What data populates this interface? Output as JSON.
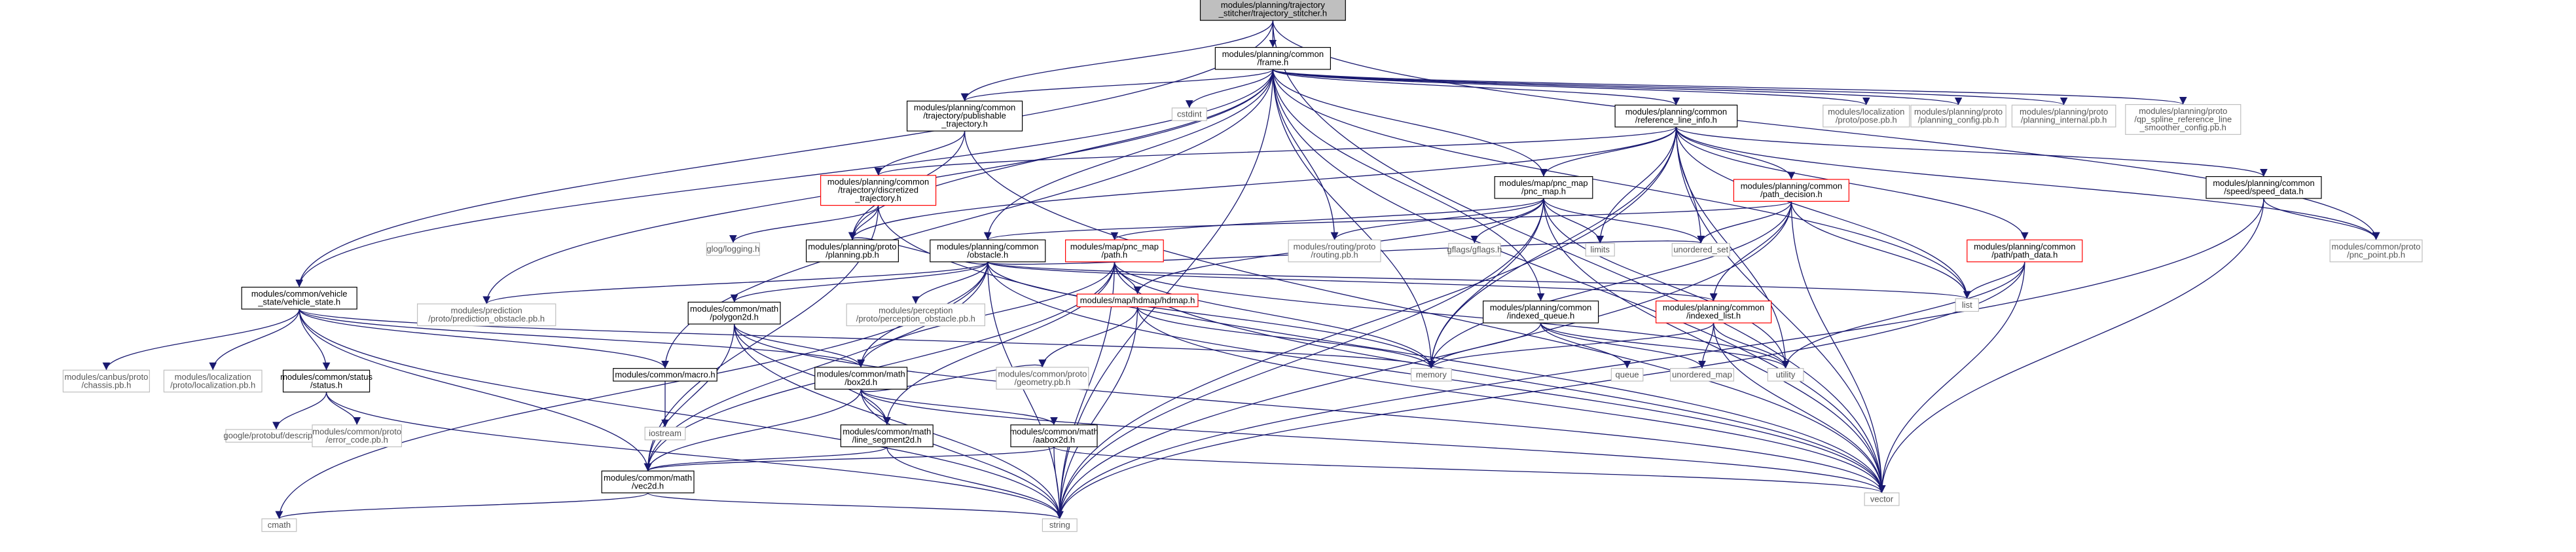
{
  "colors": {
    "edge": "#191970",
    "root_fill": "#bfbfbf",
    "red_border": "#ff0000",
    "gray_border": "#bfbfbf"
  },
  "nodes": {
    "root": {
      "lines": [
        "modules/planning/trajectory",
        "_stitcher/trajectory_stitcher.h"
      ]
    },
    "frame": {
      "lines": [
        "modules/planning/common",
        "/frame.h"
      ]
    },
    "publishable": {
      "lines": [
        "modules/planning/common",
        "/trajectory/publishable",
        "_trajectory.h"
      ]
    },
    "cstdint": {
      "lines": [
        "cstdint"
      ]
    },
    "ref_line_info": {
      "lines": [
        "modules/planning/common",
        "/reference_line_info.h"
      ]
    },
    "loc_pose": {
      "lines": [
        "modules/localization",
        "/proto/pose.pb.h"
      ]
    },
    "planning_config": {
      "lines": [
        "modules/planning/proto",
        "/planning_config.pb.h"
      ]
    },
    "planning_internal": {
      "lines": [
        "modules/planning/proto",
        "/planning_internal.pb.h"
      ]
    },
    "qp_spline": {
      "lines": [
        "modules/planning/proto",
        "/qp_spline_reference_line",
        "_smoother_config.pb.h"
      ]
    },
    "vehicle_state": {
      "lines": [
        "modules/common/vehicle",
        "_state/vehicle_state.h"
      ]
    },
    "discretized": {
      "lines": [
        "modules/planning/common",
        "/trajectory/discretized",
        "_trajectory.h"
      ]
    },
    "glog": {
      "lines": [
        "glog/logging.h"
      ]
    },
    "planning_pb": {
      "lines": [
        "modules/planning/proto",
        "/planning.pb.h"
      ]
    },
    "pnc_map": {
      "lines": [
        "modules/map/pnc_map",
        "/pnc_map.h"
      ]
    },
    "routing_pb": {
      "lines": [
        "modules/routing/proto",
        "/routing.pb.h"
      ]
    },
    "gflags": {
      "lines": [
        "gflags/gflags.h"
      ]
    },
    "limits": {
      "lines": [
        "limits"
      ]
    },
    "unordered_set": {
      "lines": [
        "unordered_set"
      ]
    },
    "path_decision": {
      "lines": [
        "modules/planning/common",
        "/path_decision.h"
      ]
    },
    "speed_data": {
      "lines": [
        "modules/planning/common",
        "/speed/speed_data.h"
      ]
    },
    "path_data": {
      "lines": [
        "modules/planning/common",
        "/path/path_data.h"
      ]
    },
    "pnc_point": {
      "lines": [
        "modules/common/proto",
        "/pnc_point.pb.h"
      ]
    },
    "obstacle": {
      "lines": [
        "modules/planning/common",
        "/obstacle.h"
      ]
    },
    "map_path": {
      "lines": [
        "modules/map/pnc_map",
        "/path.h"
      ]
    },
    "prediction_obstacle": {
      "lines": [
        "modules/prediction",
        "/proto/prediction_obstacle.pb.h"
      ]
    },
    "polygon2d": {
      "lines": [
        "modules/common/math",
        "/polygon2d.h"
      ]
    },
    "perception_obstacle": {
      "lines": [
        "modules/perception",
        "/proto/perception_obstacle.pb.h"
      ]
    },
    "hdmap": {
      "lines": [
        "modules/map/hdmap/hdmap.h"
      ]
    },
    "indexed_queue": {
      "lines": [
        "modules/planning/common",
        "/indexed_queue.h"
      ]
    },
    "indexed_list": {
      "lines": [
        "modules/planning/common",
        "/indexed_list.h"
      ]
    },
    "list": {
      "lines": [
        "list"
      ]
    },
    "chassis": {
      "lines": [
        "modules/canbus/proto",
        "/chassis.pb.h"
      ]
    },
    "localization_pb": {
      "lines": [
        "modules/localization",
        "/proto/localization.pb.h"
      ]
    },
    "status": {
      "lines": [
        "modules/common/status",
        "/status.h"
      ]
    },
    "macro": {
      "lines": [
        "modules/common/macro.h"
      ]
    },
    "geometry": {
      "lines": [
        "modules/common/proto",
        "/geometry.pb.h"
      ]
    },
    "box2d": {
      "lines": [
        "modules/common/math",
        "/box2d.h"
      ]
    },
    "memory": {
      "lines": [
        "memory"
      ]
    },
    "queue": {
      "lines": [
        "queue"
      ]
    },
    "unordered_map": {
      "lines": [
        "unordered_map"
      ]
    },
    "utility": {
      "lines": [
        "utility"
      ]
    },
    "descriptor": {
      "lines": [
        "google/protobuf/descriptor.h"
      ]
    },
    "error_code": {
      "lines": [
        "modules/common/proto",
        "/error_code.pb.h"
      ]
    },
    "iostream": {
      "lines": [
        "iostream"
      ]
    },
    "line_segment": {
      "lines": [
        "modules/common/math",
        "/line_segment2d.h"
      ]
    },
    "aabox": {
      "lines": [
        "modules/common/math",
        "/aabox2d.h"
      ]
    },
    "vec2d": {
      "lines": [
        "modules/common/math",
        "/vec2d.h"
      ]
    },
    "vector": {
      "lines": [
        "vector"
      ]
    },
    "cmath": {
      "lines": [
        "cmath"
      ]
    },
    "string": {
      "lines": [
        "string"
      ]
    }
  },
  "edges": [
    [
      "root",
      "frame"
    ],
    [
      "root",
      "publishable"
    ],
    [
      "root",
      "vehicle_state"
    ],
    [
      "root",
      "pnc_point"
    ],
    [
      "root",
      "vector"
    ],
    [
      "frame",
      "publishable"
    ],
    [
      "frame",
      "cstdint"
    ],
    [
      "frame",
      "ref_line_info"
    ],
    [
      "frame",
      "loc_pose"
    ],
    [
      "frame",
      "planning_config"
    ],
    [
      "frame",
      "planning_internal"
    ],
    [
      "frame",
      "qp_spline"
    ],
    [
      "frame",
      "pnc_map"
    ],
    [
      "frame",
      "routing_pb"
    ],
    [
      "frame",
      "obstacle"
    ],
    [
      "frame",
      "prediction_obstacle"
    ],
    [
      "frame",
      "indexed_queue"
    ],
    [
      "frame",
      "memory"
    ],
    [
      "frame",
      "list"
    ],
    [
      "frame",
      "string"
    ],
    [
      "frame",
      "vehicle_state"
    ],
    [
      "frame",
      "vector"
    ],
    [
      "frame",
      "macro"
    ],
    [
      "frame",
      "planning_pb"
    ],
    [
      "publishable",
      "discretized"
    ],
    [
      "publishable",
      "planning_pb"
    ],
    [
      "publishable",
      "vector"
    ],
    [
      "ref_line_info",
      "discretized"
    ],
    [
      "ref_line_info",
      "pnc_map"
    ],
    [
      "ref_line_info",
      "path_decision"
    ],
    [
      "ref_line_info",
      "speed_data"
    ],
    [
      "ref_line_info",
      "path_data"
    ],
    [
      "ref_line_info",
      "pnc_point"
    ],
    [
      "ref_line_info",
      "planning_pb"
    ],
    [
      "ref_line_info",
      "memory"
    ],
    [
      "ref_line_info",
      "limits"
    ],
    [
      "ref_line_info",
      "unordered_set"
    ],
    [
      "ref_line_info",
      "list"
    ],
    [
      "ref_line_info",
      "vector"
    ],
    [
      "ref_line_info",
      "string"
    ],
    [
      "ref_line_info",
      "utility"
    ],
    [
      "discretized",
      "glog"
    ],
    [
      "discretized",
      "planning_pb"
    ],
    [
      "discretized",
      "vec2d"
    ],
    [
      "discretized",
      "vector"
    ],
    [
      "pnc_map",
      "routing_pb"
    ],
    [
      "pnc_map",
      "gflags"
    ],
    [
      "pnc_map",
      "limits"
    ],
    [
      "pnc_map",
      "unordered_set"
    ],
    [
      "pnc_map",
      "map_path"
    ],
    [
      "pnc_map",
      "hdmap"
    ],
    [
      "pnc_map",
      "memory"
    ],
    [
      "pnc_map",
      "vector"
    ],
    [
      "pnc_map",
      "string"
    ],
    [
      "pnc_map",
      "utility"
    ],
    [
      "path_decision",
      "obstacle"
    ],
    [
      "path_decision",
      "indexed_list"
    ],
    [
      "path_decision",
      "list"
    ],
    [
      "path_decision",
      "memory"
    ],
    [
      "path_decision",
      "vector"
    ],
    [
      "path_decision",
      "string"
    ],
    [
      "path_decision",
      "unordered_set"
    ],
    [
      "speed_data",
      "pnc_point"
    ],
    [
      "speed_data",
      "vector"
    ],
    [
      "speed_data",
      "string"
    ],
    [
      "path_data",
      "list"
    ],
    [
      "path_data",
      "utility"
    ],
    [
      "path_data",
      "vector"
    ],
    [
      "path_data",
      "string"
    ],
    [
      "obstacle",
      "prediction_obstacle"
    ],
    [
      "obstacle",
      "polygon2d"
    ],
    [
      "obstacle",
      "perception_obstacle"
    ],
    [
      "obstacle",
      "box2d"
    ],
    [
      "obstacle",
      "vec2d"
    ],
    [
      "obstacle",
      "indexed_list"
    ],
    [
      "obstacle",
      "memory"
    ],
    [
      "obstacle",
      "list"
    ],
    [
      "obstacle",
      "string"
    ],
    [
      "obstacle",
      "vector"
    ],
    [
      "obstacle",
      "unordered_set"
    ],
    [
      "obstacle",
      "cmath"
    ],
    [
      "obstacle",
      "planning_pb"
    ],
    [
      "map_path",
      "hdmap"
    ],
    [
      "map_path",
      "box2d"
    ],
    [
      "map_path",
      "line_segment"
    ],
    [
      "map_path",
      "vec2d"
    ],
    [
      "map_path",
      "string"
    ],
    [
      "map_path",
      "vector"
    ],
    [
      "map_path",
      "memory"
    ],
    [
      "map_path",
      "utility"
    ],
    [
      "hdmap",
      "memory"
    ],
    [
      "hdmap",
      "geometry"
    ],
    [
      "hdmap",
      "vector"
    ],
    [
      "hdmap",
      "string"
    ],
    [
      "polygon2d",
      "box2d"
    ],
    [
      "polygon2d",
      "line_segment"
    ],
    [
      "polygon2d",
      "vec2d"
    ],
    [
      "polygon2d",
      "vector"
    ],
    [
      "polygon2d",
      "string"
    ],
    [
      "indexed_queue",
      "memory"
    ],
    [
      "indexed_queue",
      "queue"
    ],
    [
      "indexed_queue",
      "unordered_map"
    ],
    [
      "indexed_queue",
      "utility"
    ],
    [
      "indexed_list",
      "memory"
    ],
    [
      "indexed_list",
      "unordered_map"
    ],
    [
      "indexed_list",
      "utility"
    ],
    [
      "indexed_list",
      "vector"
    ],
    [
      "vehicle_state",
      "chassis"
    ],
    [
      "vehicle_state",
      "localization_pb"
    ],
    [
      "vehicle_state",
      "status"
    ],
    [
      "vehicle_state",
      "macro"
    ],
    [
      "vehicle_state",
      "box2d"
    ],
    [
      "vehicle_state",
      "vec2d"
    ],
    [
      "vehicle_state",
      "memory"
    ],
    [
      "vehicle_state",
      "string"
    ],
    [
      "status",
      "descriptor"
    ],
    [
      "status",
      "error_code"
    ],
    [
      "status",
      "string"
    ],
    [
      "macro",
      "iostream"
    ],
    [
      "box2d",
      "aabox"
    ],
    [
      "box2d",
      "line_segment"
    ],
    [
      "box2d",
      "vec2d"
    ],
    [
      "box2d",
      "vector"
    ],
    [
      "box2d",
      "string"
    ],
    [
      "box2d",
      "geometry"
    ],
    [
      "line_segment",
      "vec2d"
    ],
    [
      "line_segment",
      "string"
    ],
    [
      "aabox",
      "vec2d"
    ],
    [
      "aabox",
      "vector"
    ],
    [
      "aabox",
      "string"
    ],
    [
      "vec2d",
      "cmath"
    ],
    [
      "vec2d",
      "string"
    ]
  ]
}
